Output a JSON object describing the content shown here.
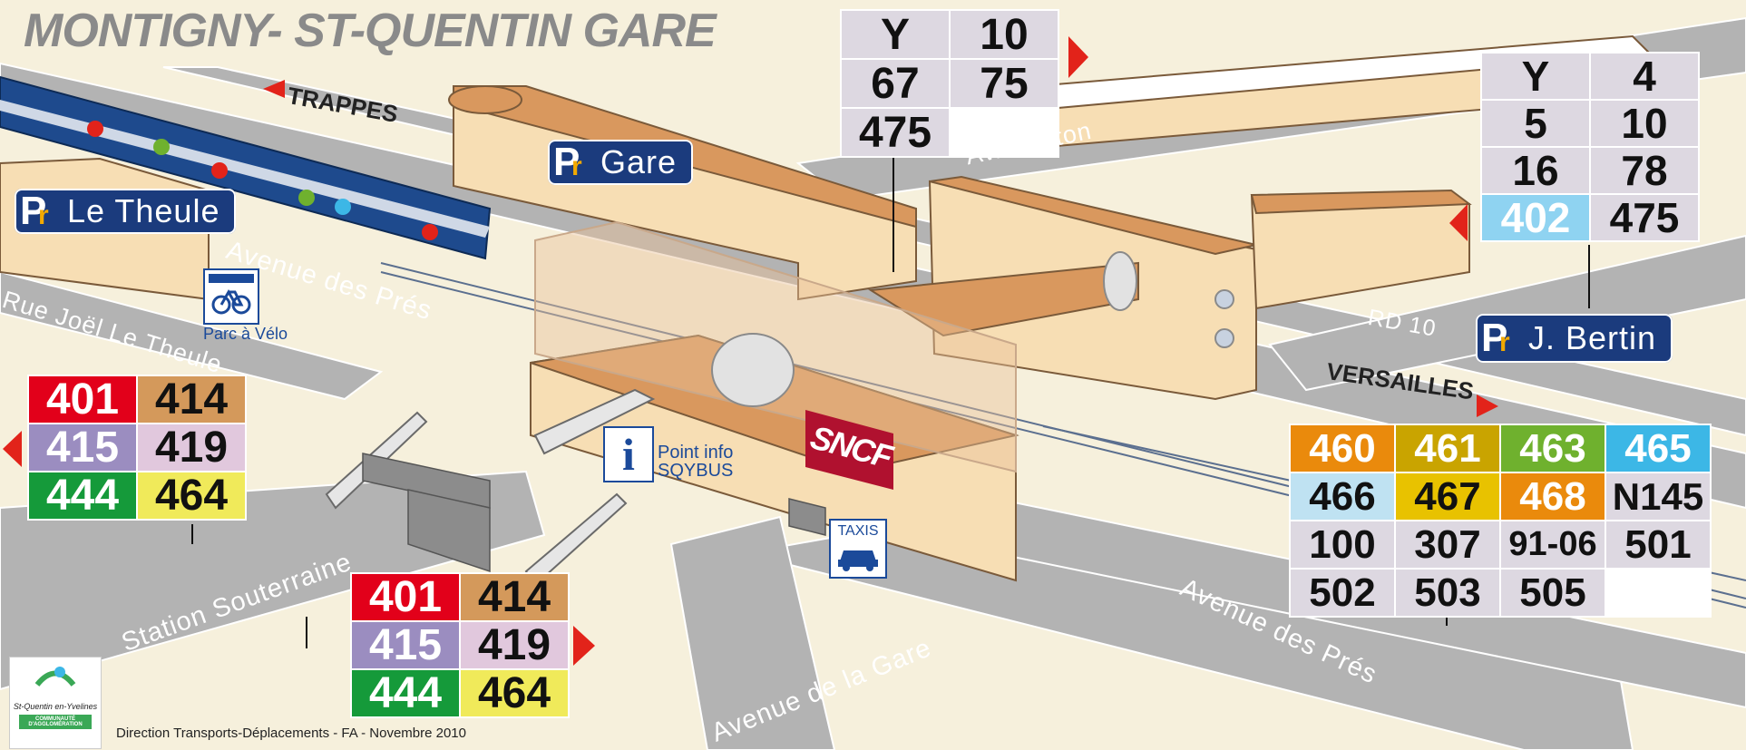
{
  "map": {
    "title": "MONTIGNY- ST-QUENTIN GARE",
    "footer": "Direction Transports-Déplacements - FA - Novembre 2010",
    "logo": {
      "text_1": "St-Quentin en-Yvelines",
      "text_2": "COMMUNAUTÉ D'AGGLOMÉRATION"
    }
  },
  "parkings": [
    {
      "label": "Le  Theule"
    },
    {
      "label": "Gare"
    },
    {
      "label": "J.  Bertin"
    }
  ],
  "parking_icon": {
    "letter_p": "P",
    "letter_r": "r"
  },
  "roads": {
    "avenue_des_pres_top": "Avenue      des      Prés",
    "rue_joel": "Rue    Joël    Le    Theule",
    "av_denton": "Av.     Denton",
    "rd10": "RD 10",
    "avenue_de_la_gare": "Avenue    de    la    Gare",
    "avenue_des_pres_bottom": "Avenue      des      Prés",
    "station_souterraine": "Station    Souterraine"
  },
  "directions": {
    "trappes": "TRAPPES",
    "versailles": "VERSAILLES"
  },
  "facilities": {
    "parc_velo": "Parc à Vélo",
    "point_info_1": "Point info",
    "point_info_2": "SQYBUS",
    "taxis": "TAXIS",
    "sncf": "SNCF",
    "info_letter": "i"
  },
  "bus_blocks": {
    "top_center": [
      "Y",
      "10",
      "67",
      "75",
      "475"
    ],
    "top_right": [
      "Y",
      "4",
      "5",
      "10",
      "16",
      "78",
      "402",
      "475"
    ],
    "left": [
      "401",
      "414",
      "415",
      "419",
      "444",
      "464"
    ],
    "bottom_center": [
      "401",
      "414",
      "415",
      "419",
      "444",
      "464"
    ],
    "right": [
      "460",
      "461",
      "463",
      "465",
      "466",
      "467",
      "468",
      "N145",
      "100",
      "307",
      "91-06",
      "501",
      "502",
      "503",
      "505"
    ]
  },
  "colors": {
    "background": "#f6f0dc",
    "road": "#b3b3b3",
    "building": "#d9985e",
    "park_blue": "#1b3b7d",
    "arrow_red": "#e2231a",
    "line_401": "#e2001a",
    "line_414": "#d4995b",
    "line_415": "#9b8dc0",
    "line_419": "#e1c8dd",
    "line_444": "#159a3a",
    "line_464": "#f0ea5a",
    "line_460": "#ea8a0c",
    "line_461": "#c9a400",
    "line_463": "#6fb12e",
    "line_465": "#3cb7e6",
    "line_466": "#bfe2f2",
    "line_467": "#e8c200",
    "line_468": "#ea8a0c",
    "line_402": "#8fd3f1",
    "neutral": "#ddd8e1"
  }
}
